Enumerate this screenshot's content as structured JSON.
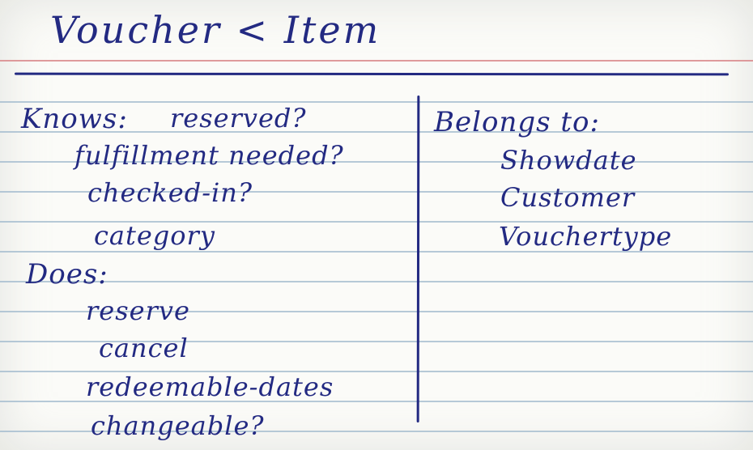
{
  "card": {
    "title": "Voucher < Item",
    "knows_label": "Knows:",
    "knows_items": [
      "reserved?",
      "fulfillment needed?",
      "checked-in?",
      "category"
    ],
    "does_label": "Does:",
    "does_items": [
      "reserve",
      "cancel",
      "redeemable-dates",
      "changeable?"
    ],
    "belongs_label": "Belongs to:",
    "belongs_items": [
      "Showdate",
      "Customer",
      "Vouchertype"
    ]
  },
  "colors": {
    "ink": "#232a82",
    "rule_blue": "#9fb8cc",
    "rule_red": "#d98a8c",
    "paper": "#fbfbf8"
  }
}
